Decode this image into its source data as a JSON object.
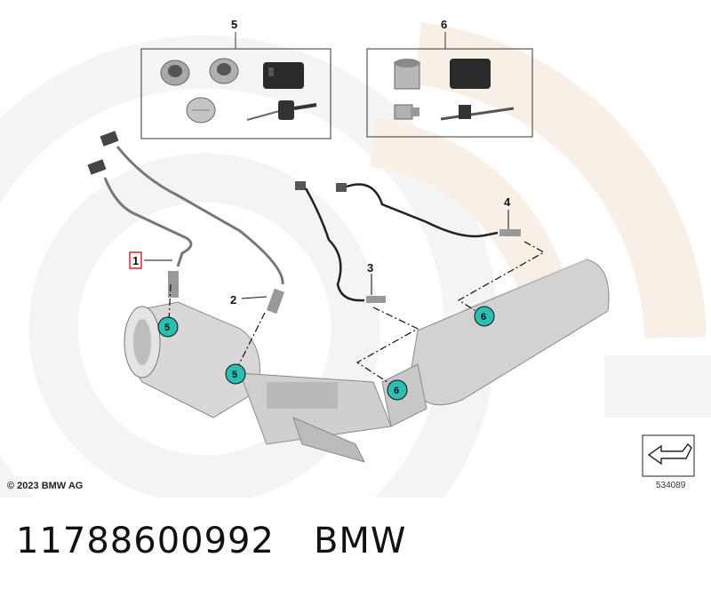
{
  "diagram": {
    "part_labels": [
      "1",
      "2",
      "3",
      "4"
    ],
    "kit_labels": [
      "5",
      "6"
    ],
    "bubble_label_5": "5",
    "bubble_label_6": "6",
    "copyright": "© 2023 BMW AG",
    "image_number": "534089",
    "highlight_color": "#e0262c",
    "bubble_color": "#2bbfb4",
    "watermark_color": "#f5e6d8"
  },
  "caption": {
    "part_number": "11788600992",
    "brand": "BMW"
  }
}
